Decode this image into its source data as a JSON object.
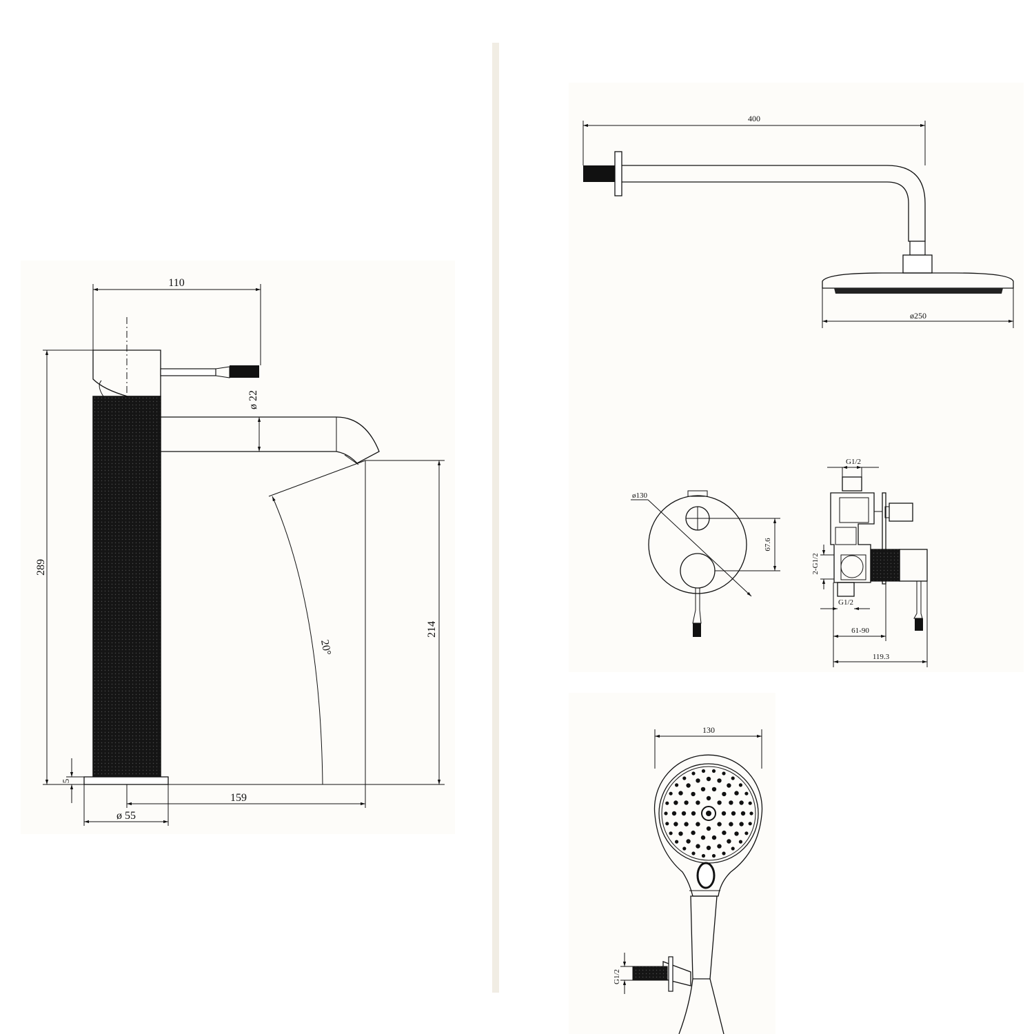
{
  "faucet": {
    "dim_width_top": "110",
    "dim_height_total": "289",
    "dim_spout_diameter": "ø 22",
    "dim_outlet_height": "214",
    "dim_angle": "20°",
    "dim_base_height": "5",
    "dim_reach": "159",
    "dim_base_diameter": "ø 55"
  },
  "shower_arm": {
    "dim_arm_length": "400",
    "dim_head_diameter": "ø250"
  },
  "mixer": {
    "dim_plate_diameter": "ø130",
    "dim_center_spacing": "67.6",
    "dim_top_inlet": "G1/2",
    "dim_side_inlets": "2-G1/2",
    "dim_bottom_outlet": "G1/2",
    "dim_depth_range": "61-90",
    "dim_overall_depth": "119.3"
  },
  "handshower": {
    "dim_head_width": "130",
    "dim_wall_outlet": "G1/2"
  },
  "colors": {
    "line": "#111111",
    "panel": "#fdfcf9",
    "divider": "#f1ede4"
  }
}
